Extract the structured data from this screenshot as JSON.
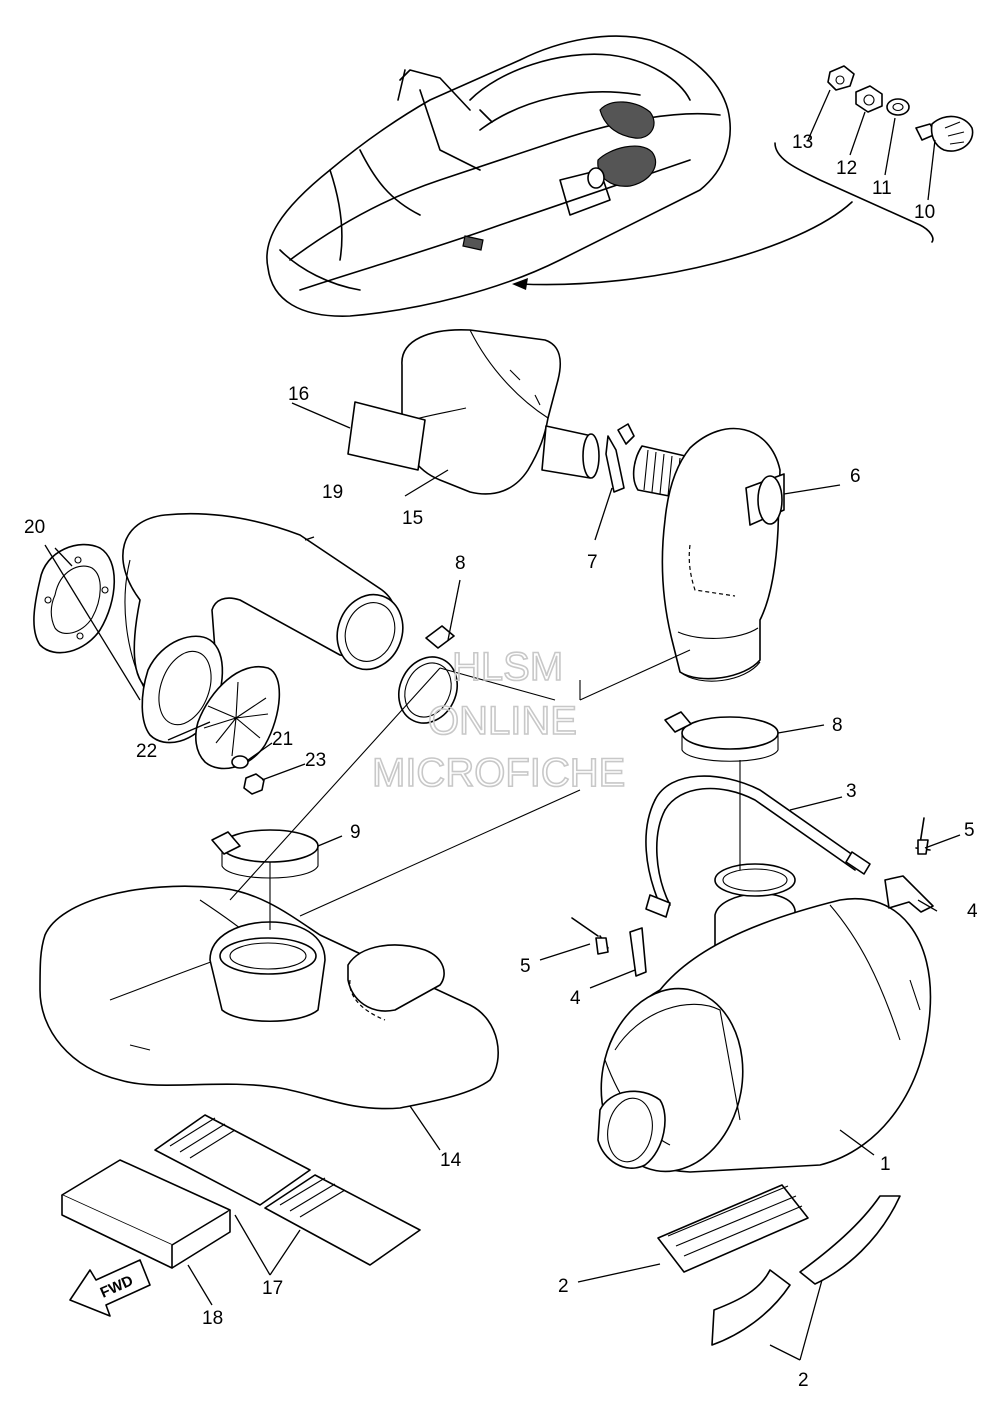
{
  "callouts": [
    {
      "id": "c1",
      "label": "1"
    },
    {
      "id": "c2a",
      "label": "2"
    },
    {
      "id": "c2b",
      "label": "2"
    },
    {
      "id": "c3",
      "label": "3"
    },
    {
      "id": "c4a",
      "label": "4"
    },
    {
      "id": "c4b",
      "label": "4"
    },
    {
      "id": "c5a",
      "label": "5"
    },
    {
      "id": "c5b",
      "label": "5"
    },
    {
      "id": "c6",
      "label": "6"
    },
    {
      "id": "c7",
      "label": "7"
    },
    {
      "id": "c8a",
      "label": "8"
    },
    {
      "id": "c8b",
      "label": "8"
    },
    {
      "id": "c9",
      "label": "9"
    },
    {
      "id": "c10",
      "label": "10"
    },
    {
      "id": "c11",
      "label": "11"
    },
    {
      "id": "c12",
      "label": "12"
    },
    {
      "id": "c13",
      "label": "13"
    },
    {
      "id": "c14",
      "label": "14"
    },
    {
      "id": "c15",
      "label": "15"
    },
    {
      "id": "c16",
      "label": "16"
    },
    {
      "id": "c17",
      "label": "17"
    },
    {
      "id": "c18",
      "label": "18"
    },
    {
      "id": "c19",
      "label": "19"
    },
    {
      "id": "c20",
      "label": "20"
    },
    {
      "id": "c21",
      "label": "21"
    },
    {
      "id": "c22",
      "label": "22"
    },
    {
      "id": "c23",
      "label": "23"
    }
  ],
  "direction_marker": {
    "label": "FWD",
    "icon": "forward-arrow-icon"
  },
  "watermark": {
    "line1": "HLSM",
    "line2": "ONLINE",
    "line3": "MICROFICHE"
  }
}
